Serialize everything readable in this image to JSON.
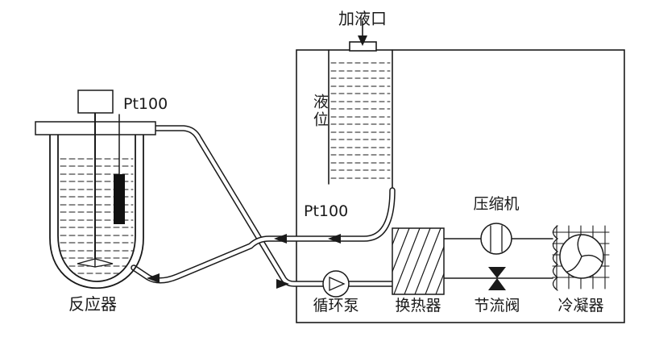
{
  "diagram": {
    "labels": {
      "fill_port": "加液口",
      "liquid_level": "液位",
      "sensor_tank": "Pt100",
      "sensor_reactor": "Pt100",
      "compressor": "压缩机",
      "reactor": "反应器",
      "circulation_pump": "循环泵",
      "heat_exchanger": "换热器",
      "throttle_valve": "节流阀",
      "condenser": "冷凝器"
    },
    "colors": {
      "line": "#1a1a1a",
      "background": "#ffffff",
      "probe_fill": "#111111"
    }
  }
}
